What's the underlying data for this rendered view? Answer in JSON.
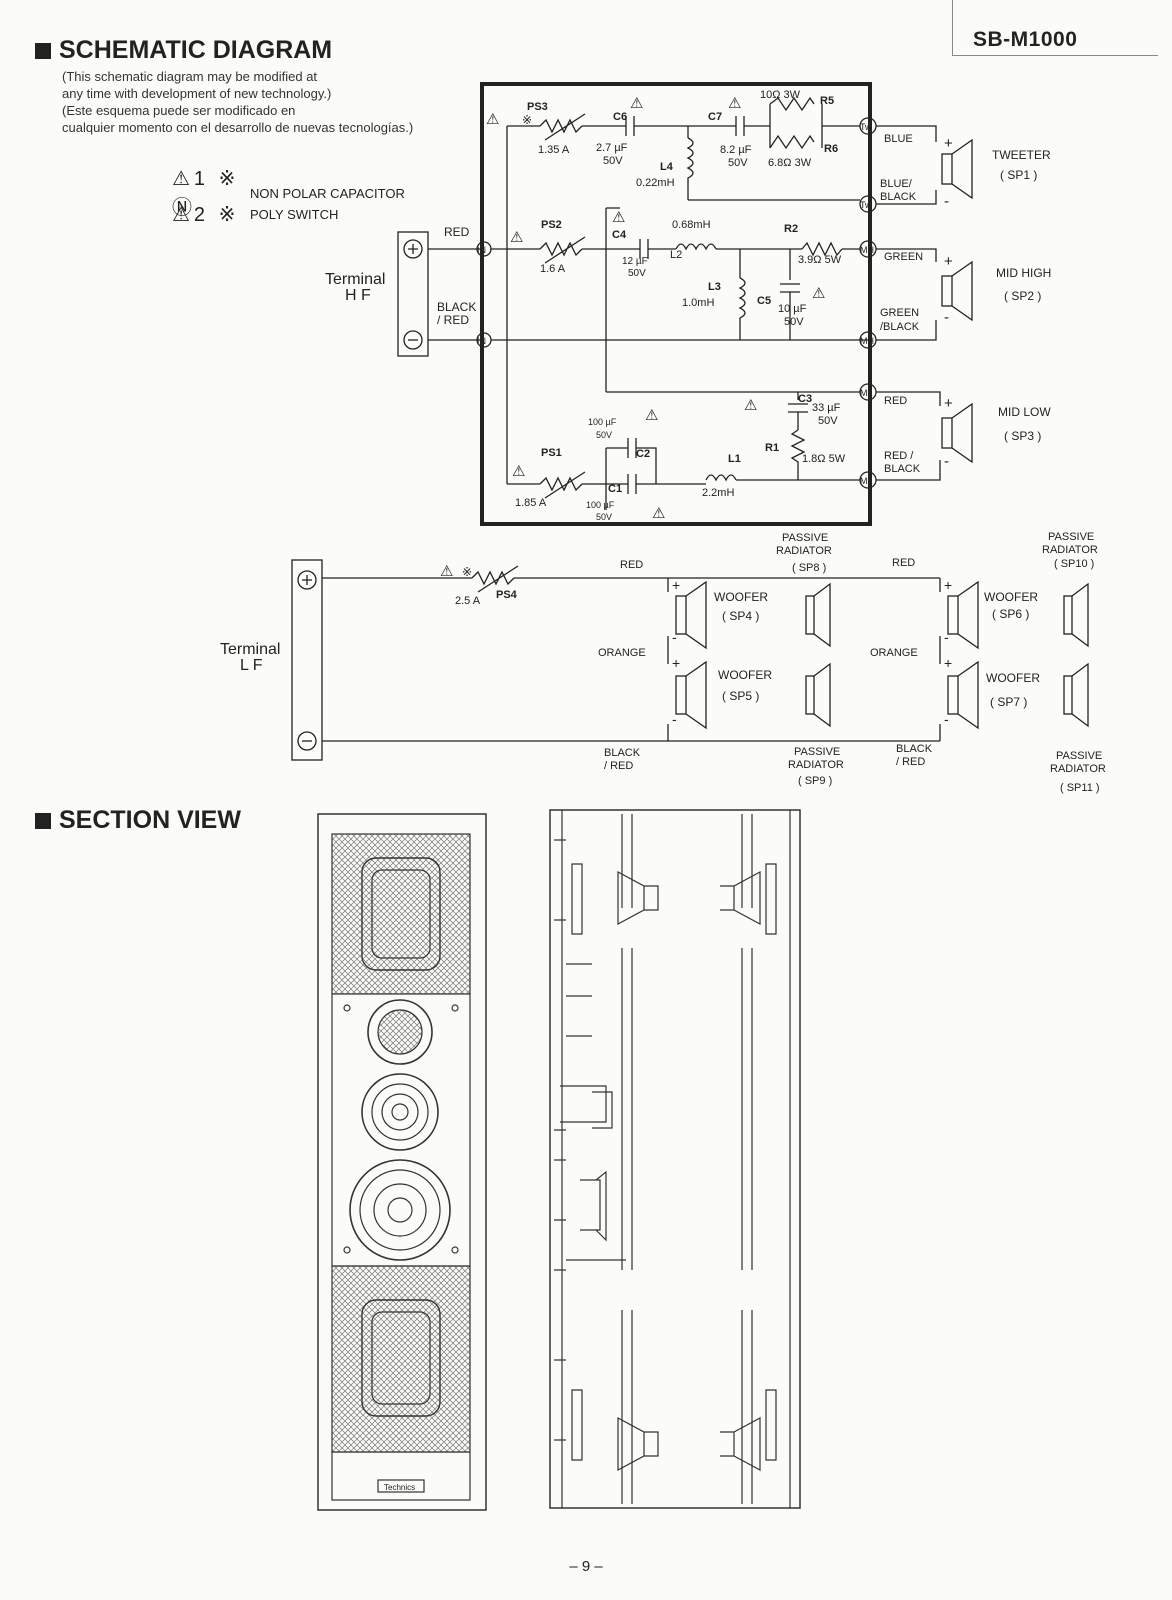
{
  "model": "SB-M1000",
  "schematic": {
    "heading": "SCHEMATIC DIAGRAM",
    "note_lines": [
      "(This schematic diagram may be modified at",
      "any time with development of new technology.)",
      "(Este esquema puede ser modificado en",
      "cualquier momento con el desarrollo de nuevas tecnologías.)"
    ],
    "legend": [
      {
        "symbols": "⚠1 ※ Ⓝ",
        "label": "NON POLAR CAPACITOR"
      },
      {
        "symbols": "⚠2 ※",
        "label": "POLY SWITCH"
      }
    ],
    "terminal_hf": {
      "title": "Terminal",
      "sub": "H F",
      "pos_label": "RED",
      "neg_label": "BLACK / RED",
      "node": "IN"
    },
    "components": {
      "PS3": {
        "name": "PS3",
        "value": "1.35 A"
      },
      "PS2": {
        "name": "PS2",
        "value": "1.6 A"
      },
      "PS1": {
        "name": "PS1",
        "value": "1.85 A"
      },
      "PS4": {
        "name": "PS4",
        "value": "2.5 A"
      },
      "C6": {
        "name": "C6",
        "value": "2.7 µF",
        "volt": "50V"
      },
      "C7": {
        "name": "C7",
        "value": "8.2 µF",
        "volt": "50V"
      },
      "C4": {
        "name": "C4",
        "value": "12 µF",
        "volt": "50V"
      },
      "C5": {
        "name": "C5",
        "value": "10 µF",
        "volt": "50V"
      },
      "C3": {
        "name": "C3",
        "value": "33 µF",
        "volt": "50V"
      },
      "C2": {
        "name": "C2",
        "value": "100 µF",
        "volt": "50V"
      },
      "C1": {
        "name": "C1",
        "value": "100 µF",
        "volt": "50V"
      },
      "L4": {
        "name": "L4",
        "value": "0.22mH"
      },
      "L2": {
        "name": "L2",
        "value": "0.68mH"
      },
      "L3": {
        "name": "L3",
        "value": "1.0mH"
      },
      "L1": {
        "name": "L1",
        "value": "2.2mH"
      },
      "R5": {
        "name": "R5",
        "value": "10Ω 3W"
      },
      "R6": {
        "name": "R6",
        "value": "6.8Ω 3W"
      },
      "R2": {
        "name": "R2",
        "value": "3.9Ω 5W"
      },
      "R1": {
        "name": "R1",
        "value": "1.8Ω 5W"
      }
    },
    "outputs": [
      {
        "node": "Tw",
        "pos_wire": "BLUE",
        "neg_wire": "BLUE/ BLACK",
        "speaker": "TWEETER",
        "id": "( SP1 )"
      },
      {
        "node": "MH",
        "pos_wire": "GREEN",
        "neg_wire": "GREEN /BLACK",
        "speaker": "MID  HIGH",
        "id": "( SP2 )"
      },
      {
        "node": "ML",
        "pos_wire": "RED",
        "neg_wire": "RED / BLACK",
        "speaker": "MID  LOW",
        "id": "( SP3 )"
      }
    ],
    "terminal_lf": {
      "title": "Terminal",
      "sub": "L F"
    },
    "lf": {
      "red1": "RED",
      "red2": "RED",
      "orange1": "ORANGE",
      "orange2": "ORANGE",
      "black1": "BLACK / RED",
      "black2": "BLACK / RED",
      "woofers": [
        {
          "label": "WOOFER",
          "id": "( SP4 )"
        },
        {
          "label": "WOOFER",
          "id": "( SP5 )"
        },
        {
          "label": "WOOFER",
          "id": "( SP6 )"
        },
        {
          "label": "WOOFER",
          "id": "( SP7 )"
        }
      ],
      "radiators": [
        {
          "label1": "PASSIVE",
          "label2": "RADIATOR",
          "id": "( SP8 )"
        },
        {
          "label1": "PASSIVE",
          "label2": "RADIATOR",
          "id": "( SP9 )"
        },
        {
          "label1": "PASSIVE",
          "label2": "RADIATOR",
          "id": "( SP10 )"
        },
        {
          "label1": "PASSIVE",
          "label2": "RADIATOR",
          "id": "( SP11 )"
        }
      ]
    },
    "plus": "+",
    "minus": "-"
  },
  "section": {
    "heading": "SECTION VIEW",
    "brand": "Technics"
  },
  "page": "– 9 –"
}
